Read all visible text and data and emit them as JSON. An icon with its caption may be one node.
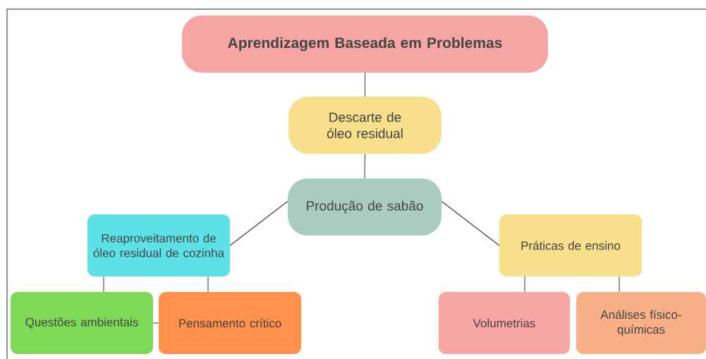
{
  "diagram": {
    "nodes": [
      {
        "text": [
          "Aprendizagem Baseada em Problemas"
        ]
      },
      {
        "text": [
          "Descarte de óleo residual"
        ]
      },
      {
        "text": [
          "Produção de sabão"
        ]
      },
      {
        "text": [
          "Reaproveitamento de óleo residual de cozinha"
        ]
      },
      {
        "text": [
          "Práticas de ensino"
        ]
      },
      {
        "text": [
          "Questões ambientais"
        ]
      },
      {
        "text": [
          "Pensamento crítico"
        ]
      },
      {
        "text": [
          "Volumetrias"
        ]
      },
      {
        "text": [
          "Análises físico-químicas"
        ]
      }
    ],
    "edges": [
      {
        "from": 0,
        "to": 1,
        "arrow": "none"
      },
      {
        "from": 1,
        "to": 2,
        "arrow": "none"
      },
      {
        "from": 2,
        "to": 3,
        "arrow": "none"
      },
      {
        "from": 2,
        "to": 4,
        "arrow": "none"
      },
      {
        "from": 3,
        "to": 5,
        "arrow": "none"
      },
      {
        "from": 3,
        "to": 6,
        "arrow": "none"
      },
      {
        "from": 5,
        "to": 6,
        "arrow": "none"
      },
      {
        "from": 4,
        "to": 7,
        "arrow": "none"
      },
      {
        "from": 4,
        "to": 8,
        "arrow": "none"
      }
    ]
  }
}
